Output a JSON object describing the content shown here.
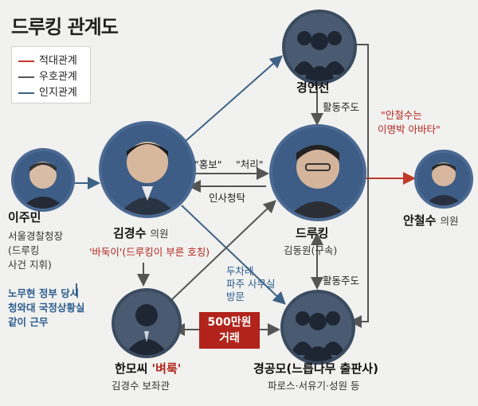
{
  "title": "드루킹 관계도",
  "legend": {
    "hostile": "적대관계",
    "friendly": "우호관계",
    "acquainted": "인지관계",
    "colors": {
      "hostile": "#c0392b",
      "friendly": "#555555",
      "acquainted": "#3e6285"
    }
  },
  "nodes": {
    "kim_kyungsoo": {
      "name": "김경수",
      "title": "의원",
      "note": "'바둑이'(드루킹이 부른 호칭)"
    },
    "druking": {
      "name": "드루킹",
      "sub": "김동원(구속)"
    },
    "kyunginsun": {
      "name": "경인선"
    },
    "lee_joomin": {
      "name": "이주민",
      "sub1": "서울경찰청장",
      "sub2": "(드루킹",
      "sub3": "사건 지휘)",
      "note1": "노무현 정부 당시",
      "note2": "청와대 국정상황실",
      "note3": "같이 근무"
    },
    "ahn_cheolsoo": {
      "name": "안철수",
      "title": "의원"
    },
    "han": {
      "name": "한모씨",
      "nick": "'벼룩'",
      "sub": "김경수 보좌관"
    },
    "kyunggongmo": {
      "name": "경공모(느릅나무 출판사)",
      "sub": "파로스·서유기·성원 등"
    }
  },
  "edges": {
    "promote": "\"홍보\"",
    "handle": "\"처리\"",
    "personnel": "인사청탁",
    "activity1": "활동주도",
    "activity2": "활동주도",
    "visit1": "두차례",
    "visit2": "파주 사무실",
    "visit3": "방문",
    "deal1": "500만원",
    "deal2": "거래",
    "ahn_quote1": "\"안철수는",
    "ahn_quote2": "이명박 아바타\""
  }
}
